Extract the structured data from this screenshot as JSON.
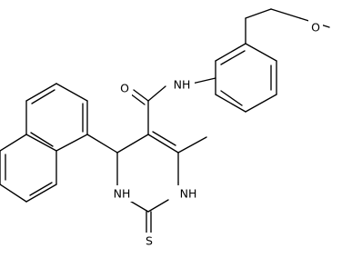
{
  "molecule": {
    "atoms": [
      {
        "id": "O_methoxy",
        "label": "O"
      },
      {
        "id": "N_amide",
        "label": "NH"
      },
      {
        "id": "O_carbonyl",
        "label": "O"
      },
      {
        "id": "N3",
        "label": "NH"
      },
      {
        "id": "N1",
        "label": "NH"
      },
      {
        "id": "S",
        "label": "S"
      }
    ]
  },
  "colors": {
    "bond": "#000000",
    "label": "#000000",
    "background": "#ffffff"
  }
}
